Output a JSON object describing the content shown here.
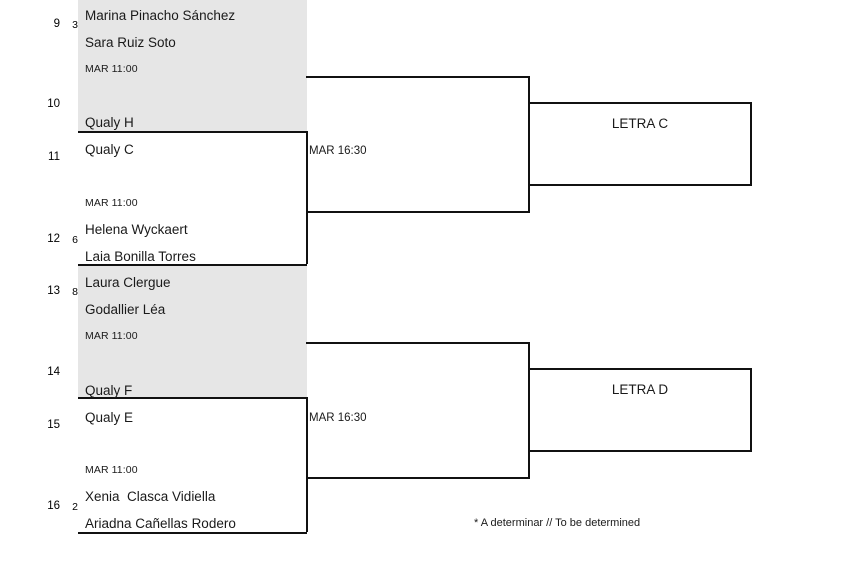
{
  "bracket": {
    "shading_color": "#e6e6e6",
    "line_color": "#111111",
    "slots": [
      {
        "number": "9",
        "seed": "3",
        "player_top": "Marina Pinacho Sánchez",
        "player_bottom": "Sara Ruiz Soto",
        "time": "MAR 11:00"
      },
      {
        "number": "10",
        "seed": "",
        "player_top": "",
        "player_bottom": "Qualy H",
        "time": ""
      },
      {
        "number": "11",
        "seed": "",
        "player_top": "Qualy C",
        "player_bottom": "",
        "time": "MAR 11:00"
      },
      {
        "number": "12",
        "seed": "6",
        "player_top": "Helena Wyckaert",
        "player_bottom": "Laia Bonilla Torres",
        "time": ""
      },
      {
        "number": "13",
        "seed": "8",
        "player_top": "Laura Clergue",
        "player_bottom": "Godallier Léa",
        "time": "MAR 11:00"
      },
      {
        "number": "14",
        "seed": "",
        "player_top": "",
        "player_bottom": "Qualy F",
        "time": ""
      },
      {
        "number": "15",
        "seed": "",
        "player_top": "Qualy E",
        "player_bottom": "",
        "time": "MAR 11:00"
      },
      {
        "number": "16",
        "seed": "2",
        "player_top": "Xenia  Clasca Vidiella",
        "player_bottom": "Ariadna Cañellas Rodero",
        "time": ""
      }
    ],
    "semifinals": [
      {
        "time": "MAR 16:30"
      },
      {
        "time": "MAR 16:30"
      }
    ],
    "results": [
      {
        "label": "LETRA C"
      },
      {
        "label": "LETRA D"
      }
    ]
  },
  "footnote": "* A determinar // To be determined"
}
